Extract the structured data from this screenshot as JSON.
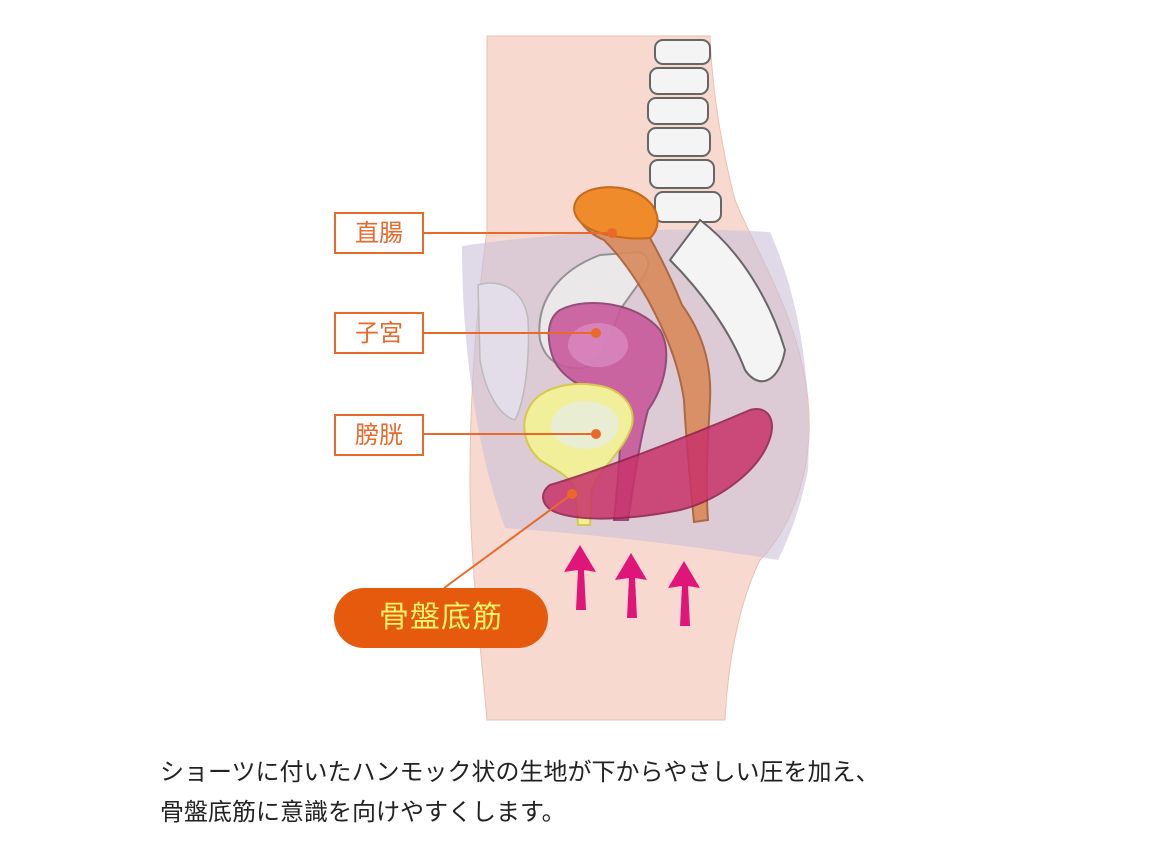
{
  "labels": {
    "rectum": "直腸",
    "uterus": "子宮",
    "bladder": "膀胱",
    "pelvic_floor": "骨盤底筋"
  },
  "caption": {
    "line1": "ショーツに付いたハンモック状の生地が下からやさしい圧を加え、",
    "line2": "骨盤底筋に意識を向けやすくします。"
  },
  "colors": {
    "skin": "#f8d9d0",
    "label_orange": "#e8692a",
    "pelvic_badge": "#e65a0e",
    "pelvic_text": "#fff36a",
    "arrow": "#e0157a",
    "rectum": "#d98a5a",
    "uterus": "#c85a9c",
    "bladder": "#f2ef9a",
    "hammock": "#c9bfd8"
  },
  "icons": [
    "upward-arrow-icon"
  ]
}
